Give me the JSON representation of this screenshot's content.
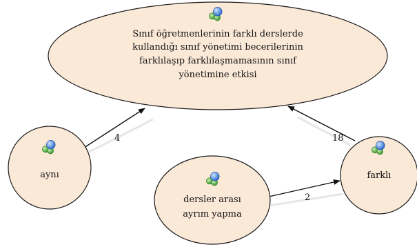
{
  "nodes": {
    "main": {
      "lines": [
        "Sınıf öğretmenlerinin farklı derslerde",
        "kullandığı sınıf yönetimi becerilerinin",
        "farklılaşıp farklılaşmamasının sınıf",
        "yönetimine etkisi"
      ],
      "icon": "node-bubbles-icon"
    },
    "aynı": {
      "lines": [
        "aynı"
      ],
      "icon": "node-bubbles-icon"
    },
    "farklı": {
      "lines": [
        "farklı"
      ],
      "icon": "node-bubbles-icon"
    },
    "dersler": {
      "lines": [
        "dersler arası",
        "ayrım yapma"
      ],
      "icon": "node-bubbles-icon"
    }
  },
  "edges": [
    {
      "from": "aynı",
      "to": "main",
      "label": "4"
    },
    {
      "from": "farklı",
      "to": "main",
      "label": "18"
    },
    {
      "from": "dersler",
      "to": "farklı",
      "label": "2"
    }
  ],
  "colors": {
    "node_fill": "#fbe9d8",
    "node_stroke": "#1a1a1a",
    "edge": "#111111",
    "icon_green": "#4fae3d",
    "icon_blue": "#3d7fd6"
  }
}
